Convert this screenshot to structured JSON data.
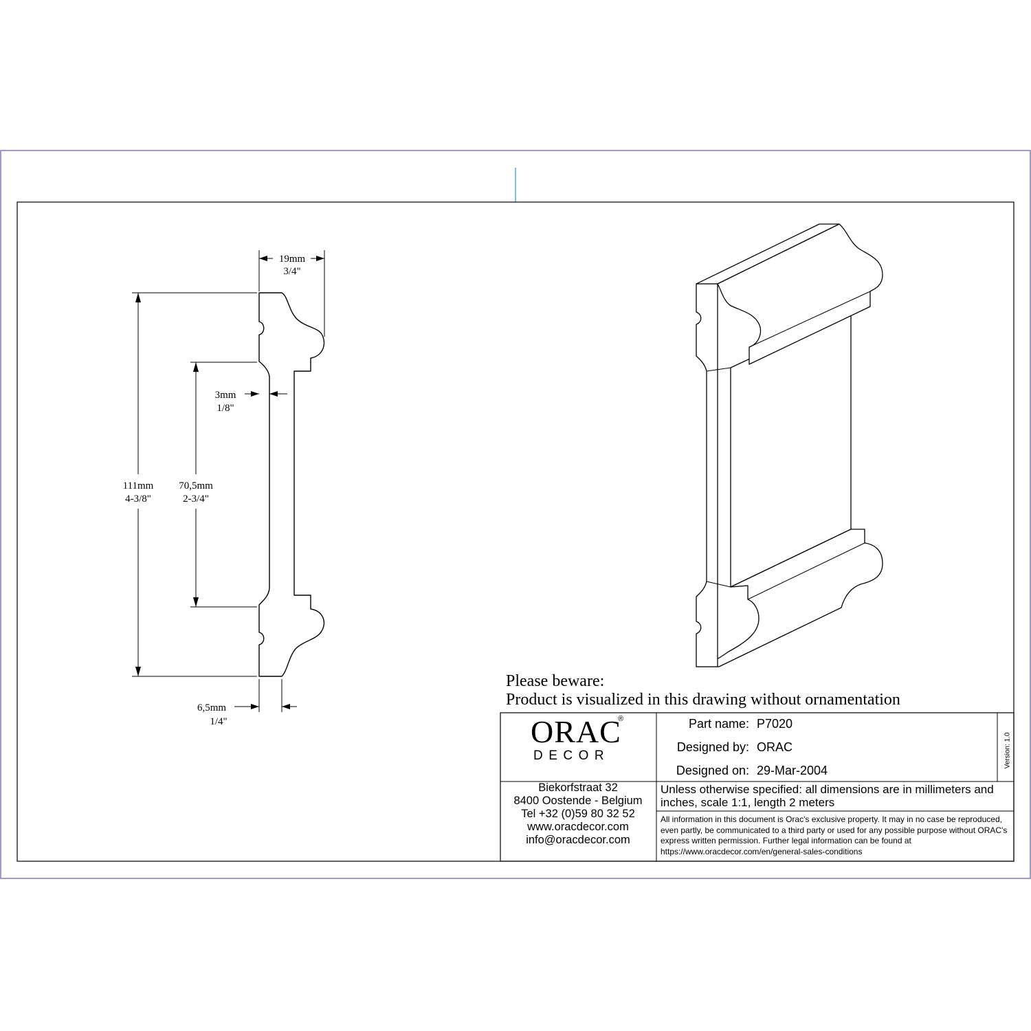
{
  "dimensions": {
    "width_top": {
      "mm": "19mm",
      "inch": "3/4\""
    },
    "total_height": {
      "mm": "111mm",
      "inch": "4-3/8\""
    },
    "inner_height": {
      "mm": "70,5mm",
      "inch": "2-3/4\""
    },
    "web_thickness": {
      "mm": "3mm",
      "inch": "1/8\""
    },
    "base_thickness": {
      "mm": "6,5mm",
      "inch": "1/4\""
    }
  },
  "notice": {
    "line1": "Please beware:",
    "line2": "Product is visualized in this drawing without ornamentation"
  },
  "title_block": {
    "logo": {
      "word": "ORAC",
      "sub": "DECOR",
      "registered": "®"
    },
    "address": [
      "Biekorfstraat 32",
      "8400 Oostende - Belgium",
      "Tel  +32 (0)59 80 32 52",
      "www.oracdecor.com",
      "info@oracdecor.com"
    ],
    "part_name": {
      "label": "Part name:",
      "value": "P7020"
    },
    "designed_by": {
      "label": "Designed by:",
      "value": "ORAC"
    },
    "designed_on": {
      "label": "Designed on:",
      "value": "29-Mar-2004"
    },
    "version": "Version: 1.0",
    "units_note": "Unless otherwise specified: all dimensions are in millimeters and inches, scale 1:1, length 2 meters",
    "legal_note": "All information in this document is Orac's exclusive property.  It may in no case be reproduced, even partly, be communicated to a third party or used for any possible purpose without ORAC's express written permission. Further legal information can be found at https://www.oracdecor.com/en/general-sales-conditions"
  }
}
